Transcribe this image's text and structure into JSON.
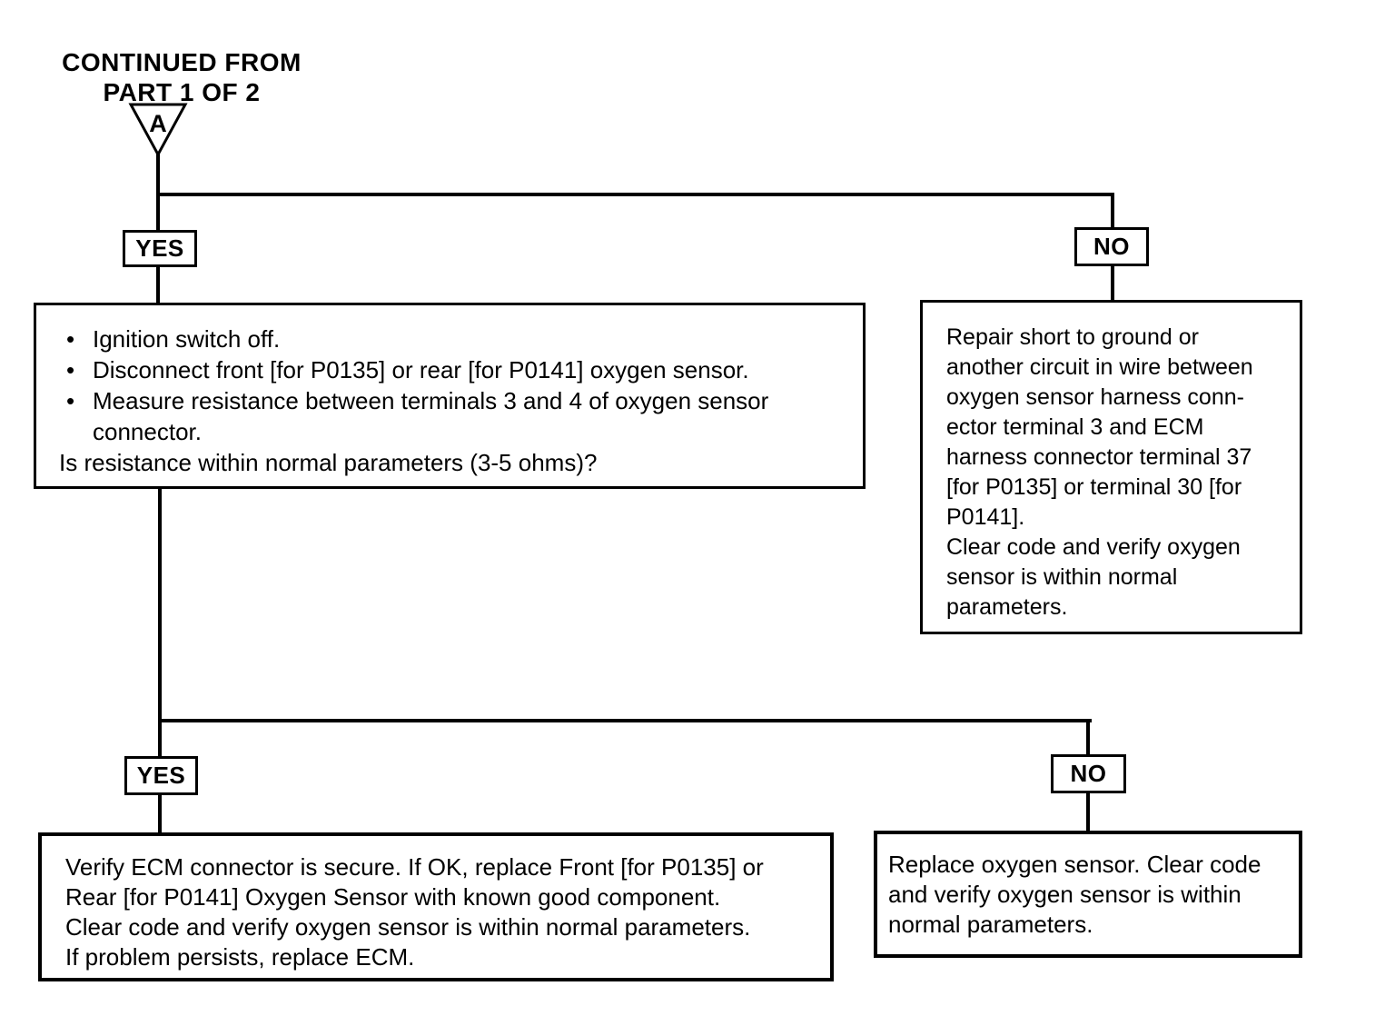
{
  "header": {
    "line1": "CONTINUED FROM",
    "line2": "PART 1 OF 2"
  },
  "connector": {
    "label": "A"
  },
  "glyphs": {
    "bullet": "•"
  },
  "labels": {
    "yes1": "YES",
    "no1": "NO",
    "yes2": "YES",
    "no2": "NO"
  },
  "boxes": {
    "step1": {
      "bullets": [
        [
          "Ignition switch off."
        ],
        [
          "Disconnect front [for P0135] or rear [for P0141] oxygen sensor."
        ],
        [
          "Measure resistance between terminals 3 and 4 of oxygen sensor",
          "connector."
        ]
      ],
      "question": "Is resistance within normal parameters (3-5 ohms)?"
    },
    "repair_short": {
      "lines": [
        "Repair short to ground or",
        "another circuit in wire between",
        "oxygen sensor harness conn-",
        "ector terminal 3 and ECM",
        "harness connector terminal 37",
        "[for P0135] or terminal 30 [for",
        "P0141].",
        "Clear code and verify oxygen",
        "sensor is within normal",
        "parameters."
      ]
    },
    "verify_ecm": {
      "lines": [
        "Verify ECM connector is secure. If OK, replace Front [for P0135] or",
        "Rear [for P0141] Oxygen Sensor with known good component.",
        "Clear code and verify oxygen sensor is within normal parameters.",
        "If problem persists, replace ECM."
      ]
    },
    "replace_sensor": {
      "lines": [
        "Replace oxygen sensor. Clear code",
        "and verify oxygen sensor is within",
        "normal parameters."
      ]
    }
  },
  "colors": {
    "ink": "#000000",
    "paper": "#ffffff"
  }
}
